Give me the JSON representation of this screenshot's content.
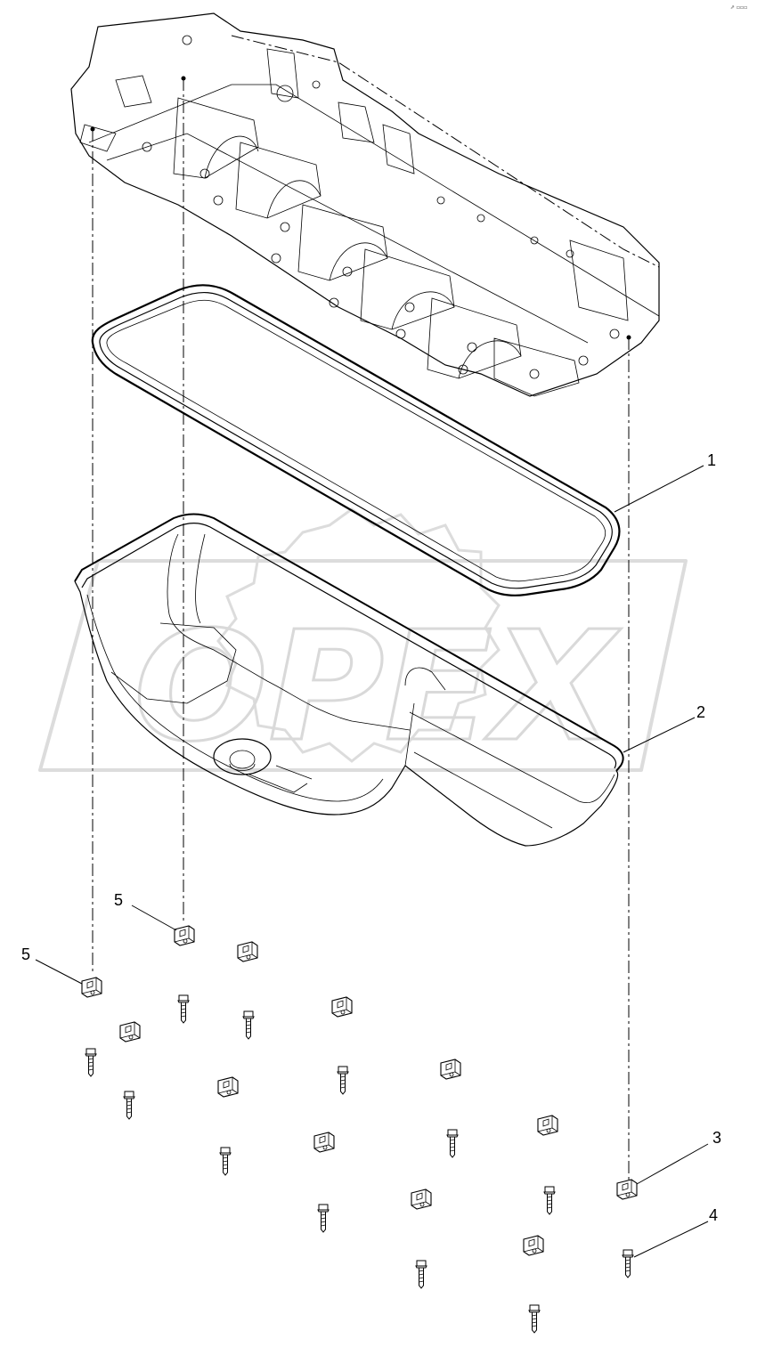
{
  "diagram": {
    "corner_mark": "⇗ ▫▫▫",
    "watermark": {
      "text": "OPEX",
      "colors": {
        "stroke": "#d9d9d9"
      }
    },
    "callouts": [
      {
        "id": "c1",
        "label": "1"
      },
      {
        "id": "c2",
        "label": "2"
      },
      {
        "id": "c3",
        "label": "3"
      },
      {
        "id": "c4",
        "label": "4"
      },
      {
        "id": "c5a",
        "label": "5"
      },
      {
        "id": "c5b",
        "label": "5"
      }
    ],
    "parts": {
      "engine_block": "engine-block",
      "gasket": "oil-pan-gasket",
      "oil_pan": "oil-pan",
      "clamp": "bracket-clamp",
      "bolt": "flange-bolt"
    },
    "colors": {
      "line": "#000000",
      "background": "#ffffff"
    }
  }
}
